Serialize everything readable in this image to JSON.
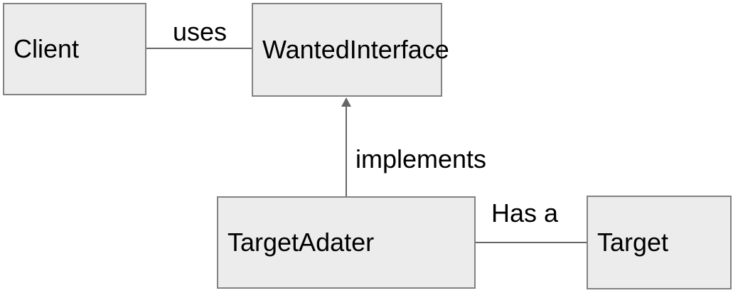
{
  "diagram": {
    "colors": {
      "background": "#ffffff",
      "node_fill": "#ececec",
      "node_border": "#828282",
      "edge": "#666666",
      "text": "#000000"
    },
    "nodes": [
      {
        "id": "client",
        "label": "Client"
      },
      {
        "id": "wanted-interface",
        "label": "WantedInterface"
      },
      {
        "id": "target-adater",
        "label": "TargetAdater"
      },
      {
        "id": "target",
        "label": "Target"
      }
    ],
    "edges": [
      {
        "id": "uses",
        "label": "uses",
        "from": "Client",
        "to": "WantedInterface",
        "style": "plain-line"
      },
      {
        "id": "implements",
        "label": "implements",
        "from": "TargetAdater",
        "to": "WantedInterface",
        "style": "arrow-up"
      },
      {
        "id": "has-a",
        "label": "Has a",
        "from": "TargetAdater",
        "to": "Target",
        "style": "plain-line"
      }
    ]
  }
}
